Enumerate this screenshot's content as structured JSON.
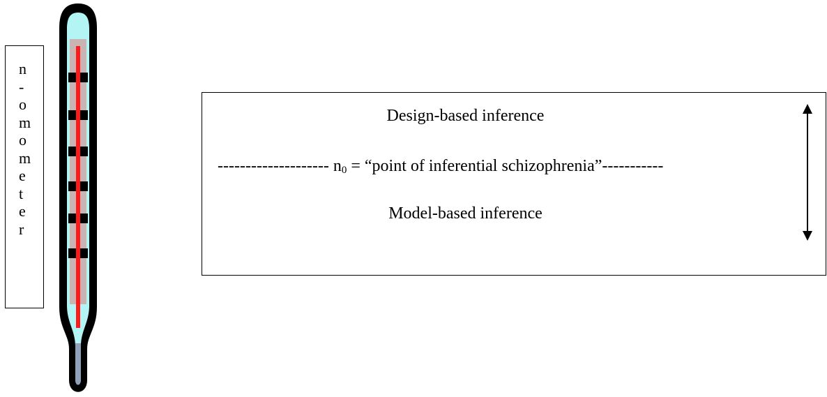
{
  "nometer": {
    "letters": [
      "n",
      "-",
      "o",
      "m",
      "o",
      "m",
      "e",
      "t",
      "e",
      "r"
    ]
  },
  "box": {
    "top_text": "Design-based inference",
    "middle_dashes_left": "--------------------",
    "middle_symbol": "n",
    "middle_subscript": "0",
    "middle_text": "= “point of inferential schizophrenia”",
    "middle_dashes_right": "-----------",
    "bottom_text": "Model-based inference"
  },
  "colors": {
    "tube_outline": "#000000",
    "tube_fill": "#b3f5f5",
    "scale_panel": "#c9b3b3",
    "mercury": "#ff1a1a",
    "bulb": "#8fa0b8",
    "ticks": "#000000"
  },
  "icons": {
    "thermometer": "thermometer-icon",
    "arrow": "double-arrow-vertical-icon"
  }
}
